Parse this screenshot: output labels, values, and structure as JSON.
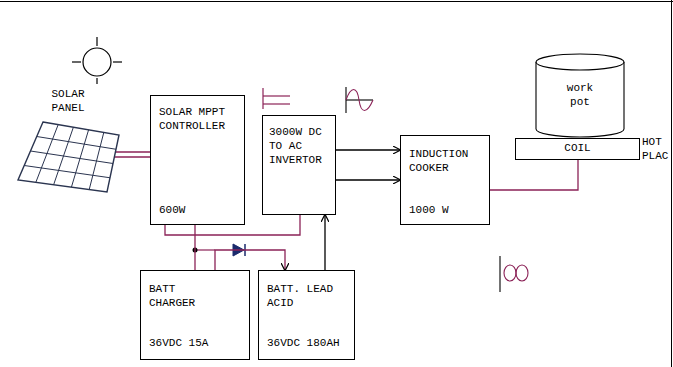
{
  "diagram": {
    "nodes": [
      {
        "text": [
          "SOLAR PANEL"
        ]
      },
      {
        "text": [
          "SOLAR MPPT CONTROLLER",
          "600W"
        ]
      },
      {
        "text": [
          "3000W DC TO AC INVERTOR"
        ]
      },
      {
        "text": [
          "INDUCTION COOKER",
          "1000 W"
        ]
      },
      {
        "text": [
          "work pot"
        ]
      },
      {
        "text": [
          "COIL"
        ]
      },
      {
        "text": [
          "BATT CHARGER",
          "36VDC 15A"
        ]
      },
      {
        "text": [
          "BATT. LEAD ACID",
          "36VDC 180AH"
        ]
      }
    ],
    "edges": [
      {
        "from": 0,
        "to": 1,
        "arrow": "none"
      },
      {
        "from": 2,
        "to": 3,
        "arrow": "to"
      },
      {
        "from": 3,
        "to": 5,
        "arrow": "none"
      },
      {
        "from": 1,
        "to": 6,
        "arrow": "none"
      },
      {
        "from": 6,
        "to": 7,
        "arrow": "to"
      },
      {
        "from": 1,
        "to": 2,
        "arrow": "none"
      },
      {
        "from": 7,
        "to": 2,
        "arrow": "to"
      }
    ],
    "labels": [
      "HOT PLAC"
    ]
  }
}
